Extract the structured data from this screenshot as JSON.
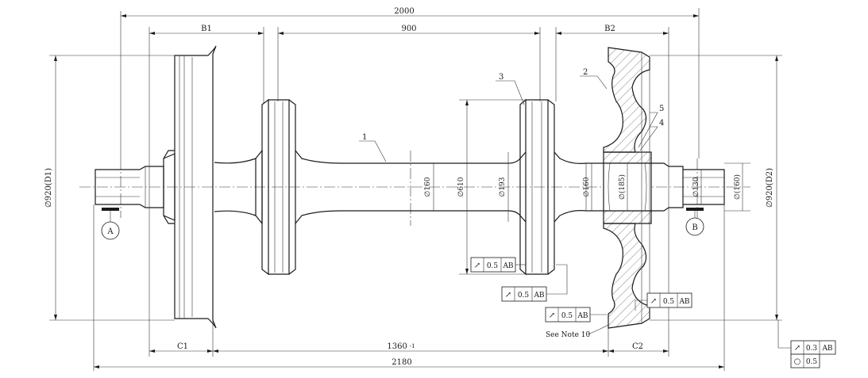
{
  "dimensions": {
    "overall_top": "2000",
    "b1": "B1",
    "span_900": "900",
    "b2": "B2",
    "c1": "C1",
    "inner_1360": "1360",
    "inner_1360_tol": "-1",
    "c2": "C2",
    "overall_bottom": "2180",
    "d1": "920(D1)",
    "d2": "920(D2)",
    "dia_160_axle": "160",
    "dia_610": "610",
    "dia_193": "193",
    "dia_160_seat": "160",
    "dia_185": "(185)",
    "dia_130": "130",
    "dia_160_journal": "(160)"
  },
  "diameter_symbol": "∅",
  "balloons": [
    "1",
    "2",
    "3",
    "4",
    "5"
  ],
  "datums": {
    "a": "A",
    "b": "B"
  },
  "frames": [
    {
      "symbol": "↗",
      "value": "0.5",
      "datum": "AB"
    },
    {
      "symbol": "↗",
      "value": "0.5",
      "datum": "AB"
    },
    {
      "symbol": "↗",
      "value": "0.5",
      "datum": "AB"
    },
    {
      "symbol": "↗",
      "value": "0.5",
      "datum": "AB"
    }
  ],
  "corner_frame": {
    "runout_symbol": "↗",
    "runout_value": "0.3",
    "runout_datum": "AB",
    "round_symbol": "○",
    "round_value": "0.5"
  },
  "note": "See Note 10"
}
